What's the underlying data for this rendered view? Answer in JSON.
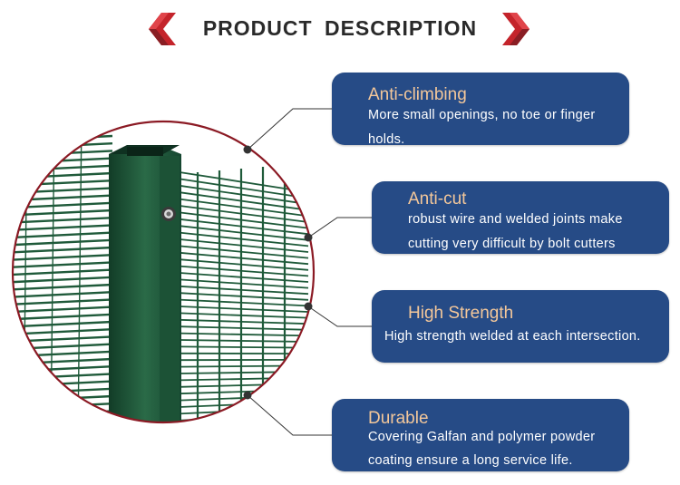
{
  "header": {
    "title": "PRODUCT  DESCRIPTION"
  },
  "colors": {
    "card_bg": "#264b86",
    "card_heading": "#f3c79a",
    "chevron_red": "#c4242b",
    "chevron_dark": "#8a1e24",
    "circle_border": "#8b1a24",
    "fence_green": "#1f5a3a"
  },
  "features": [
    {
      "title": "Anti-climbing",
      "lines": [
        "More small openings, no toe or finger",
        "holds."
      ]
    },
    {
      "title": "Anti-cut",
      "lines": [
        "robust wire and welded joints make",
        "cutting very difficult by bolt cutters"
      ]
    },
    {
      "title": "High Strength",
      "lines": [
        "High strength welded at each intersection."
      ]
    },
    {
      "title": "Durable",
      "lines": [
        "Covering Galfan and polymer powder",
        "coating ensure a long service life."
      ]
    }
  ]
}
